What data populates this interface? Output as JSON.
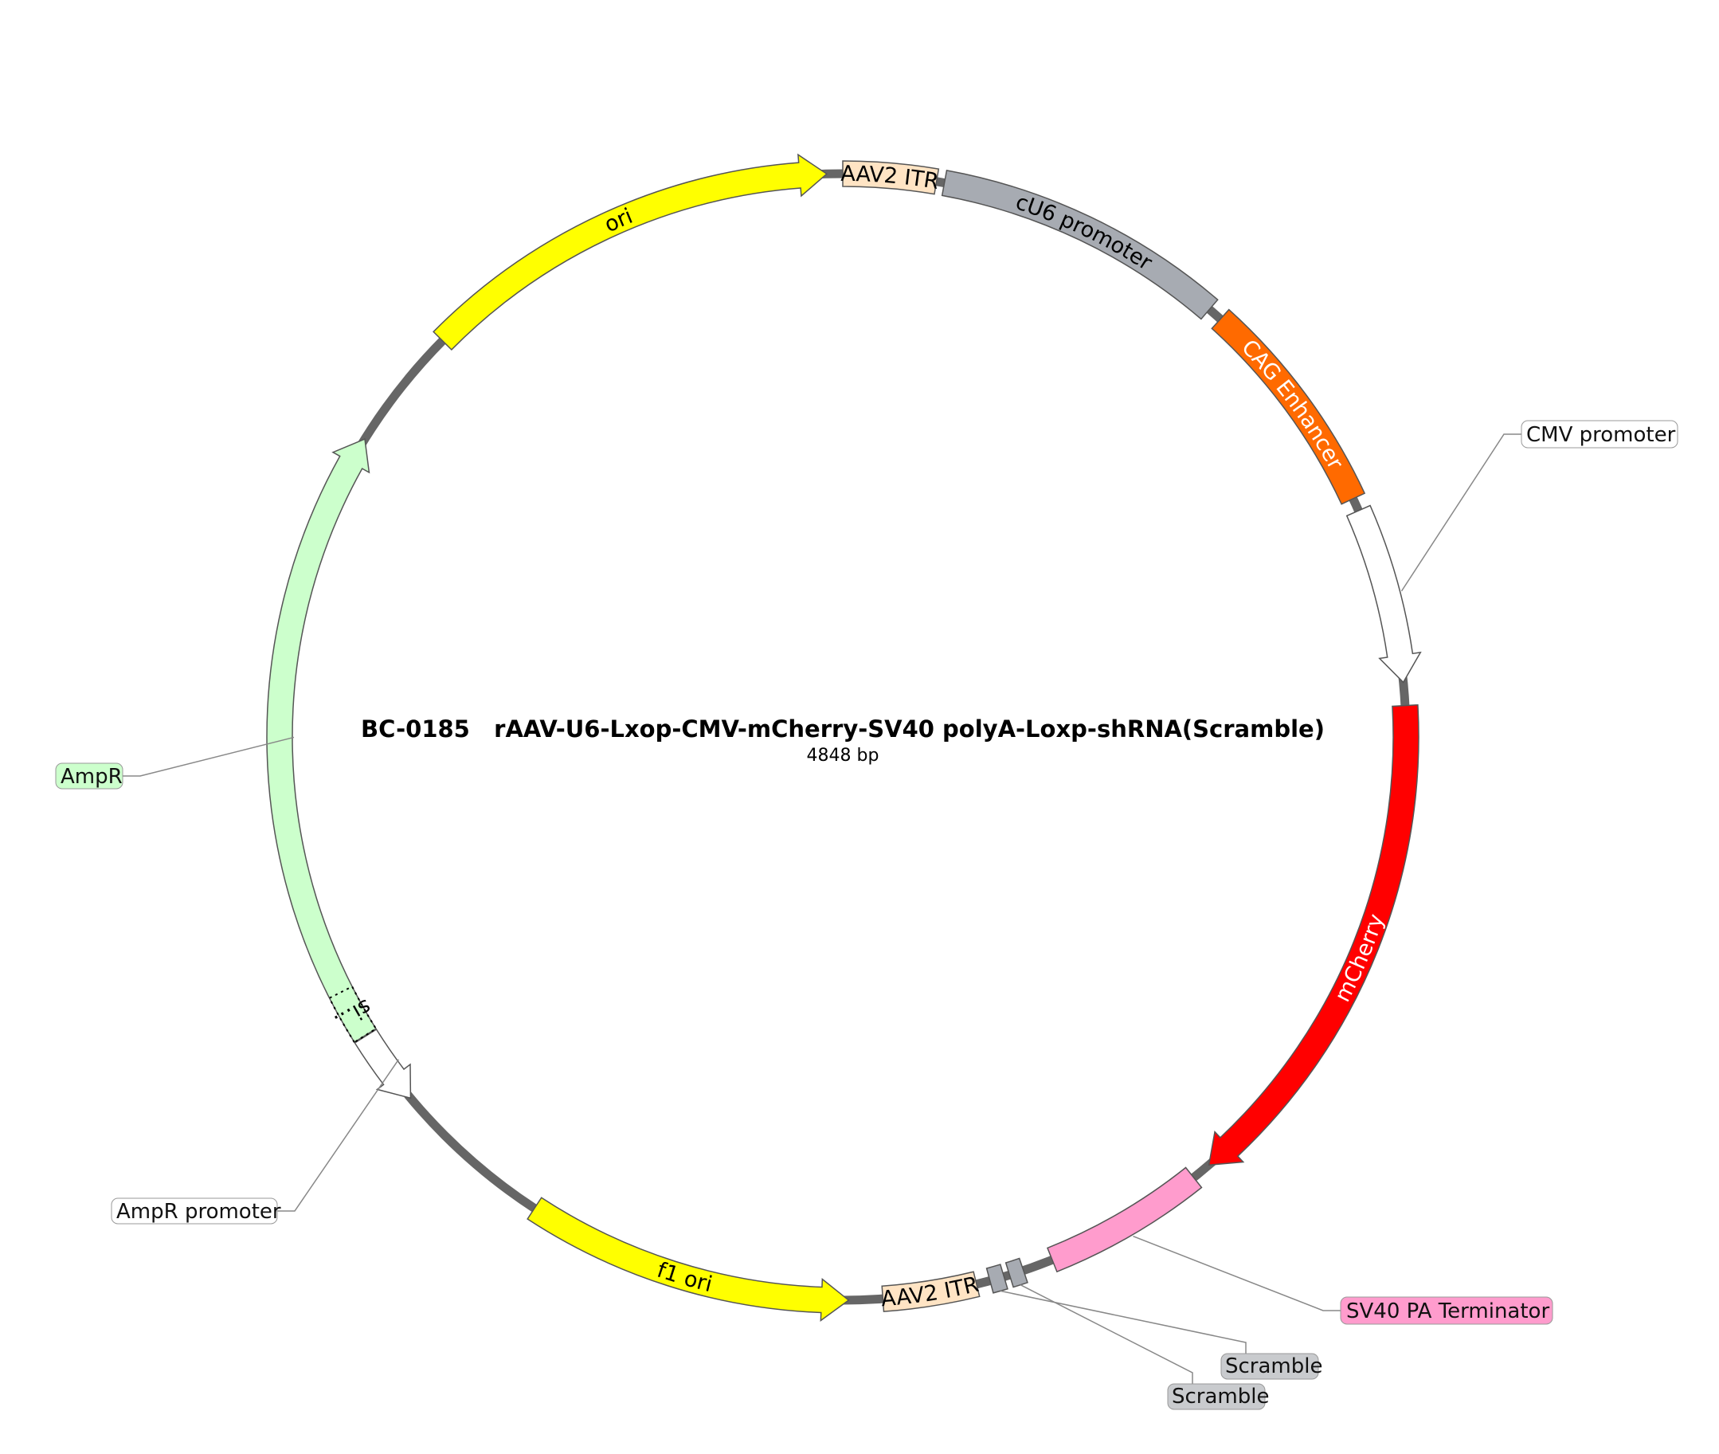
{
  "title": "BC-0185   rAAV-U6-Lxop-CMV-mCherry-SV40 polyA-Loxp-shRNA(Scramble)",
  "length_label": "4848 bp",
  "features": [
    {
      "label": "AAV2 ITR",
      "start": 1,
      "end": 130,
      "direction": "none",
      "color": "#ffe4c4",
      "text_color": "#000000"
    },
    {
      "label": "cU6 promoter",
      "start": 141,
      "end": 548,
      "direction": "none",
      "color": "#a7abb2",
      "text_color": "#000000"
    },
    {
      "label": "CAG Enhancer",
      "start": 568,
      "end": 876,
      "direction": "none",
      "color": "#ff6a00",
      "text_color": "#ffffff"
    },
    {
      "label": "CMV promoter",
      "start": 894,
      "end": 1138,
      "direction": "forward",
      "color": "#ffffff",
      "text_color": "#000000"
    },
    {
      "label": "mCherry",
      "start": 1170,
      "end": 1879,
      "direction": "forward",
      "color": "#ff0000",
      "text_color": "#ffffff"
    },
    {
      "label": "SV40 PA Terminator",
      "start": 1906,
      "end": 2131,
      "direction": "none",
      "color": "#ff9ccd",
      "text_color": "#000000"
    },
    {
      "label": "Scramble",
      "start": 2173,
      "end": 2193,
      "direction": "none",
      "color": "#a7abb2",
      "text_color": "#000000"
    },
    {
      "label": "Scramble",
      "start": 2201,
      "end": 2221,
      "direction": "none",
      "color": "#a7abb2",
      "text_color": "#000000"
    },
    {
      "label": "AAV2 ITR",
      "start": 2240,
      "end": 2370,
      "direction": "none",
      "color": "#ffe4c4",
      "text_color": "#000000"
    },
    {
      "label": "f1 ori",
      "start": 2417,
      "end": 2872,
      "direction": "reverse",
      "color": "#ffff00",
      "text_color": "#000000"
    },
    {
      "label": "AmpR promoter",
      "start": 3100,
      "end": 3205,
      "direction": "reverse",
      "color": "#ffffff",
      "text_color": "#000000"
    },
    {
      "label": "AmpR",
      "start": 3206,
      "end": 4067,
      "direction": "forward",
      "color": "#ccffcc",
      "text_color": "#000000"
    },
    {
      "label": "si…",
      "start": 3206,
      "end": 3274,
      "direction": "none",
      "color": "#ccffcc",
      "text_color": "#000000",
      "dotted": true
    },
    {
      "label": "ori",
      "start": 4239,
      "end": 4827,
      "direction": "forward",
      "color": "#ffff00",
      "text_color": "#000000"
    }
  ]
}
